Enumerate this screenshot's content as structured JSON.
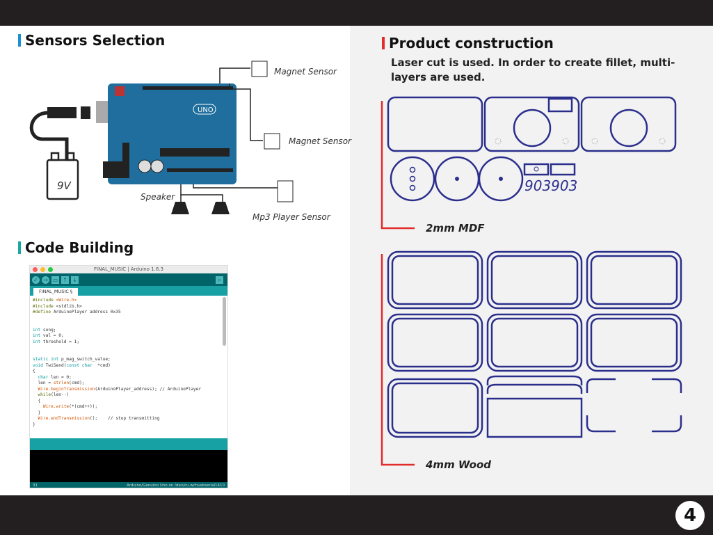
{
  "page_number": "4",
  "left": {
    "sensors_title": "Sensors Selection",
    "code_title": "Code Building",
    "labels": {
      "magnet1": "Magnet Sensor",
      "magnet2": "Magnet Sensor",
      "mp3": "Mp3 Player Sensor",
      "speaker": "Speaker",
      "battery": "9V",
      "board": "UNO"
    },
    "ide": {
      "window_title": "FINAL_MUSIC | Arduino 1.8.3",
      "tab": "FINAL_MUSIC §",
      "code": [
        [
          [
            "#include ",
            "#5e6d03"
          ],
          [
            "<Wire.h>",
            "#d35400"
          ]
        ],
        [
          [
            "#include ",
            "#5e6d03"
          ],
          [
            "<stdlib.h>",
            "#333"
          ]
        ],
        [
          [
            "#define ",
            "#5e6d03"
          ],
          [
            "ArduinoPlayer address 0x35",
            "#333"
          ]
        ],
        [],
        [],
        [
          [
            "int ",
            "#00979c"
          ],
          [
            "song;",
            "#333"
          ]
        ],
        [
          [
            "int ",
            "#00979c"
          ],
          [
            "val = 0;",
            "#333"
          ]
        ],
        [
          [
            "int ",
            "#00979c"
          ],
          [
            "threshold = 1;",
            "#333"
          ]
        ],
        [],
        [],
        [
          [
            "static int ",
            "#00979c"
          ],
          [
            "p_mag_switch_value;",
            "#333"
          ]
        ],
        [
          [
            "void ",
            "#00979c"
          ],
          [
            "TwiSend(",
            "#333"
          ],
          [
            "const char ",
            "#00979c"
          ],
          [
            " *cmd)",
            "#333"
          ]
        ],
        [
          [
            "{",
            "#333"
          ]
        ],
        [
          [
            "  char ",
            "#00979c"
          ],
          [
            "len = 0;",
            "#333"
          ]
        ],
        [
          [
            "  len = ",
            "#333"
          ],
          [
            "strlen",
            "#d35400"
          ],
          [
            "(cmd);",
            "#333"
          ]
        ],
        [
          [
            "  Wire.beginTransmission",
            "#d35400"
          ],
          [
            "(ArduinoPlayer_address); // ArduinoPlayer",
            "#333"
          ]
        ],
        [
          [
            "  while",
            "#5e6d03"
          ],
          [
            "(len--)",
            "#333"
          ]
        ],
        [
          [
            "  {",
            "#333"
          ]
        ],
        [
          [
            "    Wire.write",
            "#d35400"
          ],
          [
            "(*(cmd++));",
            "#333"
          ]
        ],
        [
          [
            "  }",
            "#333"
          ]
        ],
        [
          [
            "  Wire.endTransmission",
            "#d35400"
          ],
          [
            "();    // stop transmitting",
            "#333"
          ]
        ],
        [
          [
            "}",
            "#333"
          ]
        ]
      ],
      "status_line": "31",
      "status_board": "Arduino/Genuino Uno on /dev/cu.wchusbserial1410"
    }
  },
  "right": {
    "title": "Product construction",
    "description": "Laser cut is used. In order to create fillet, multi-layers are used.",
    "engraving": "903903",
    "mdf_label": "2mm MDF",
    "wood_label": "4mm Wood",
    "shape_color": "#2b2f8c",
    "accent_color": "#e22b2b"
  }
}
